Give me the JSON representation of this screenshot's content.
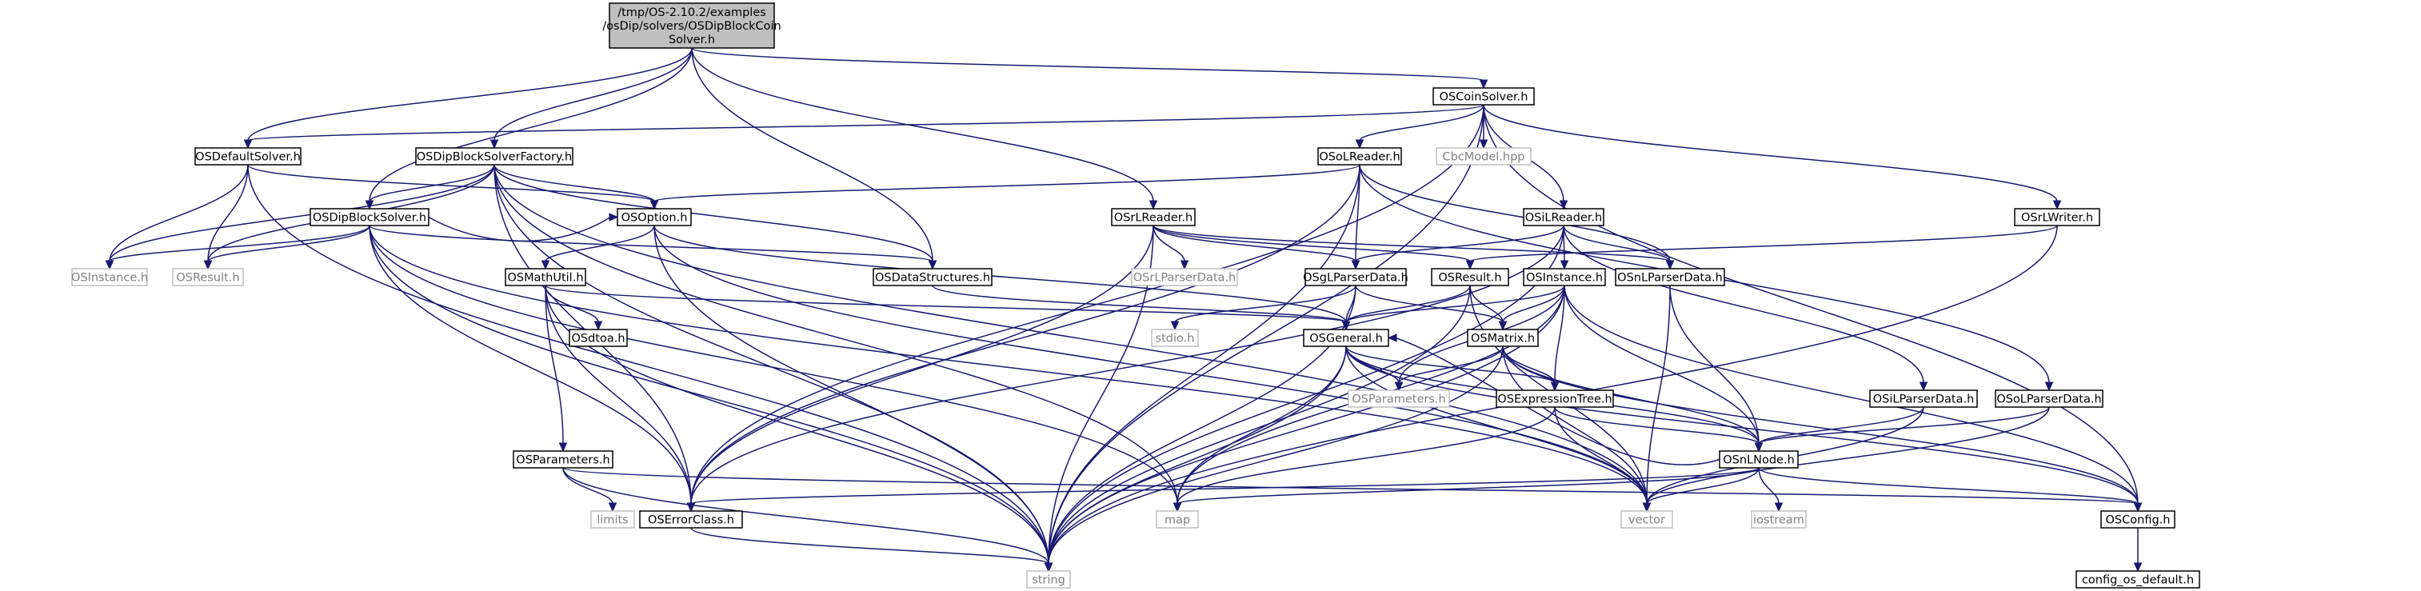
{
  "colors": {
    "edge": "#191970",
    "root_fill": "#bfbfbf",
    "node_border": "#000000",
    "external_border": "#bfbfbf",
    "external_text": "#808080",
    "text": "#000000"
  },
  "nodes": {
    "root": {
      "lines": [
        "/tmp/OS-2.10.2/examples",
        "/osDip/solvers/OSDipBlockCoin",
        "Solver.h"
      ],
      "kind": "root"
    },
    "coin": {
      "lines": [
        "OSCoinSolver.h"
      ],
      "kind": "file"
    },
    "default": {
      "lines": [
        "OSDefaultSolver.h"
      ],
      "kind": "file"
    },
    "factory": {
      "lines": [
        "OSDipBlockSolverFactory.h"
      ],
      "kind": "file"
    },
    "osl": {
      "lines": [
        "OSoLReader.h"
      ],
      "kind": "file"
    },
    "cbc": {
      "lines": [
        "CbcModel.hpp"
      ],
      "kind": "external"
    },
    "osil": {
      "lines": [
        "OSiLReader.h"
      ],
      "kind": "file"
    },
    "osrlw": {
      "lines": [
        "OSrLWriter.h"
      ],
      "kind": "file"
    },
    "option": {
      "lines": [
        "OSOption.h"
      ],
      "kind": "file"
    },
    "dbsolver": {
      "lines": [
        "OSDipBlockSolver.h"
      ],
      "kind": "file"
    },
    "osrlr": {
      "lines": [
        "OSrLReader.h"
      ],
      "kind": "file"
    },
    "instance_h": {
      "lines": [
        "OSInstance.h"
      ],
      "kind": "external"
    },
    "result_h": {
      "lines": [
        "OSResult.h"
      ],
      "kind": "external"
    },
    "datastruct": {
      "lines": [
        "OSDataStructures.h"
      ],
      "kind": "file"
    },
    "osrlpd": {
      "lines": [
        "OSrLParserData.h"
      ],
      "kind": "external"
    },
    "osglpd": {
      "lines": [
        "OSgLParserData.h"
      ],
      "kind": "file"
    },
    "osresult": {
      "lines": [
        "OSResult.h"
      ],
      "kind": "file"
    },
    "osinstance": {
      "lines": [
        "OSInstance.h"
      ],
      "kind": "file"
    },
    "osnlpd": {
      "lines": [
        "OSnLParserData.h"
      ],
      "kind": "file"
    },
    "mathutil": {
      "lines": [
        "OSMathUtil.h"
      ],
      "kind": "file"
    },
    "stdio": {
      "lines": [
        "stdio.h"
      ],
      "kind": "external"
    },
    "general": {
      "lines": [
        "OSGeneral.h"
      ],
      "kind": "file"
    },
    "matrix": {
      "lines": [
        "OSMatrix.h"
      ],
      "kind": "file"
    },
    "osdtoa": {
      "lines": [
        "OSdtoa.h"
      ],
      "kind": "file"
    },
    "params_ext": {
      "lines": [
        "OSParameters.h"
      ],
      "kind": "external"
    },
    "exprtree": {
      "lines": [
        "OSExpressionTree.h"
      ],
      "kind": "file"
    },
    "osilpd": {
      "lines": [
        "OSiLParserData.h"
      ],
      "kind": "file"
    },
    "osolpd": {
      "lines": [
        "OSoLParserData.h"
      ],
      "kind": "file"
    },
    "params": {
      "lines": [
        "OSParameters.h"
      ],
      "kind": "file"
    },
    "nlnode": {
      "lines": [
        "OSnLNode.h"
      ],
      "kind": "file"
    },
    "limits": {
      "lines": [
        "limits"
      ],
      "kind": "external"
    },
    "errorclass": {
      "lines": [
        "OSErrorClass.h"
      ],
      "kind": "file"
    },
    "map": {
      "lines": [
        "map"
      ],
      "kind": "external"
    },
    "vector": {
      "lines": [
        "vector"
      ],
      "kind": "external"
    },
    "iostream": {
      "lines": [
        "iostream"
      ],
      "kind": "external"
    },
    "config": {
      "lines": [
        "OSConfig.h"
      ],
      "kind": "file"
    },
    "string": {
      "lines": [
        "string"
      ],
      "kind": "external"
    },
    "configdefault": {
      "lines": [
        "config_os_default.h"
      ],
      "kind": "file"
    }
  },
  "edges": [
    [
      "root",
      "coin"
    ],
    [
      "root",
      "default"
    ],
    [
      "root",
      "factory"
    ],
    [
      "root",
      "dbsolver"
    ],
    [
      "root",
      "datastruct"
    ],
    [
      "root",
      "osrlr"
    ],
    [
      "coin",
      "default"
    ],
    [
      "coin",
      "osl"
    ],
    [
      "coin",
      "cbc"
    ],
    [
      "coin",
      "osil"
    ],
    [
      "coin",
      "osrlw"
    ],
    [
      "coin",
      "errorclass"
    ],
    [
      "coin",
      "config"
    ],
    [
      "coin",
      "string"
    ],
    [
      "default",
      "option"
    ],
    [
      "default",
      "instance_h"
    ],
    [
      "default",
      "result_h"
    ],
    [
      "default",
      "string"
    ],
    [
      "factory",
      "option"
    ],
    [
      "factory",
      "dbsolver"
    ],
    [
      "factory",
      "datastruct"
    ],
    [
      "factory",
      "instance_h"
    ],
    [
      "factory",
      "result_h"
    ],
    [
      "factory",
      "errorclass"
    ],
    [
      "factory",
      "map"
    ],
    [
      "factory",
      "vector"
    ],
    [
      "factory",
      "string"
    ],
    [
      "osl",
      "option"
    ],
    [
      "osl",
      "osglpd"
    ],
    [
      "osl",
      "osnlpd"
    ],
    [
      "osl",
      "osolpd"
    ],
    [
      "osl",
      "errorclass"
    ],
    [
      "osl",
      "string"
    ],
    [
      "osil",
      "osinstance"
    ],
    [
      "osil",
      "osglpd"
    ],
    [
      "osil",
      "osnlpd"
    ],
    [
      "osil",
      "osilpd"
    ],
    [
      "osil",
      "errorclass"
    ],
    [
      "osil",
      "string"
    ],
    [
      "osrlw",
      "osresult"
    ],
    [
      "osrlw",
      "string"
    ],
    [
      "option",
      "mathutil"
    ],
    [
      "option",
      "general"
    ],
    [
      "option",
      "vector"
    ],
    [
      "option",
      "string"
    ],
    [
      "dbsolver",
      "option"
    ],
    [
      "dbsolver",
      "instance_h"
    ],
    [
      "dbsolver",
      "result_h"
    ],
    [
      "dbsolver",
      "datastruct"
    ],
    [
      "dbsolver",
      "errorclass"
    ],
    [
      "dbsolver",
      "map"
    ],
    [
      "dbsolver",
      "vector"
    ],
    [
      "dbsolver",
      "string"
    ],
    [
      "osrlr",
      "osresult"
    ],
    [
      "osrlr",
      "osrlpd"
    ],
    [
      "osrlr",
      "osglpd"
    ],
    [
      "osrlr",
      "osnlpd"
    ],
    [
      "osrlr",
      "errorclass"
    ],
    [
      "osrlr",
      "string"
    ],
    [
      "datastruct",
      "general"
    ],
    [
      "osglpd",
      "general"
    ],
    [
      "osglpd",
      "matrix"
    ],
    [
      "osglpd",
      "stdio"
    ],
    [
      "osglpd",
      "string"
    ],
    [
      "osresult",
      "general"
    ],
    [
      "osresult",
      "matrix"
    ],
    [
      "osresult",
      "vector"
    ],
    [
      "osresult",
      "string"
    ],
    [
      "osinstance",
      "general"
    ],
    [
      "osinstance",
      "matrix"
    ],
    [
      "osinstance",
      "exprtree"
    ],
    [
      "osinstance",
      "nlnode"
    ],
    [
      "osinstance",
      "params_ext"
    ],
    [
      "osinstance",
      "map"
    ],
    [
      "osinstance",
      "config"
    ],
    [
      "osinstance",
      "string"
    ],
    [
      "osnlpd",
      "nlnode"
    ],
    [
      "osnlpd",
      "vector"
    ],
    [
      "mathutil",
      "general"
    ],
    [
      "mathutil",
      "osdtoa"
    ],
    [
      "mathutil",
      "params"
    ],
    [
      "mathutil",
      "errorclass"
    ],
    [
      "mathutil",
      "string"
    ],
    [
      "general",
      "params_ext"
    ],
    [
      "general",
      "exprtree"
    ],
    [
      "general",
      "nlnode"
    ],
    [
      "general",
      "vector"
    ],
    [
      "general",
      "map"
    ],
    [
      "general",
      "config"
    ],
    [
      "general",
      "string"
    ],
    [
      "matrix",
      "params_ext"
    ],
    [
      "matrix",
      "exprtree"
    ],
    [
      "matrix",
      "nlnode"
    ],
    [
      "matrix",
      "vector"
    ],
    [
      "matrix",
      "config"
    ],
    [
      "matrix",
      "string"
    ],
    [
      "exprtree",
      "nlnode"
    ],
    [
      "exprtree",
      "vector"
    ],
    [
      "exprtree",
      "map"
    ],
    [
      "osilpd",
      "nlnode"
    ],
    [
      "osilpd",
      "vector"
    ],
    [
      "osolpd",
      "nlnode"
    ],
    [
      "osolpd",
      "vector"
    ],
    [
      "params",
      "limits"
    ],
    [
      "params",
      "config"
    ],
    [
      "params",
      "string"
    ],
    [
      "nlnode",
      "general"
    ],
    [
      "nlnode",
      "errorclass"
    ],
    [
      "nlnode",
      "map"
    ],
    [
      "nlnode",
      "vector"
    ],
    [
      "nlnode",
      "iostream"
    ],
    [
      "nlnode",
      "config"
    ],
    [
      "errorclass",
      "string"
    ],
    [
      "config",
      "configdefault"
    ]
  ]
}
